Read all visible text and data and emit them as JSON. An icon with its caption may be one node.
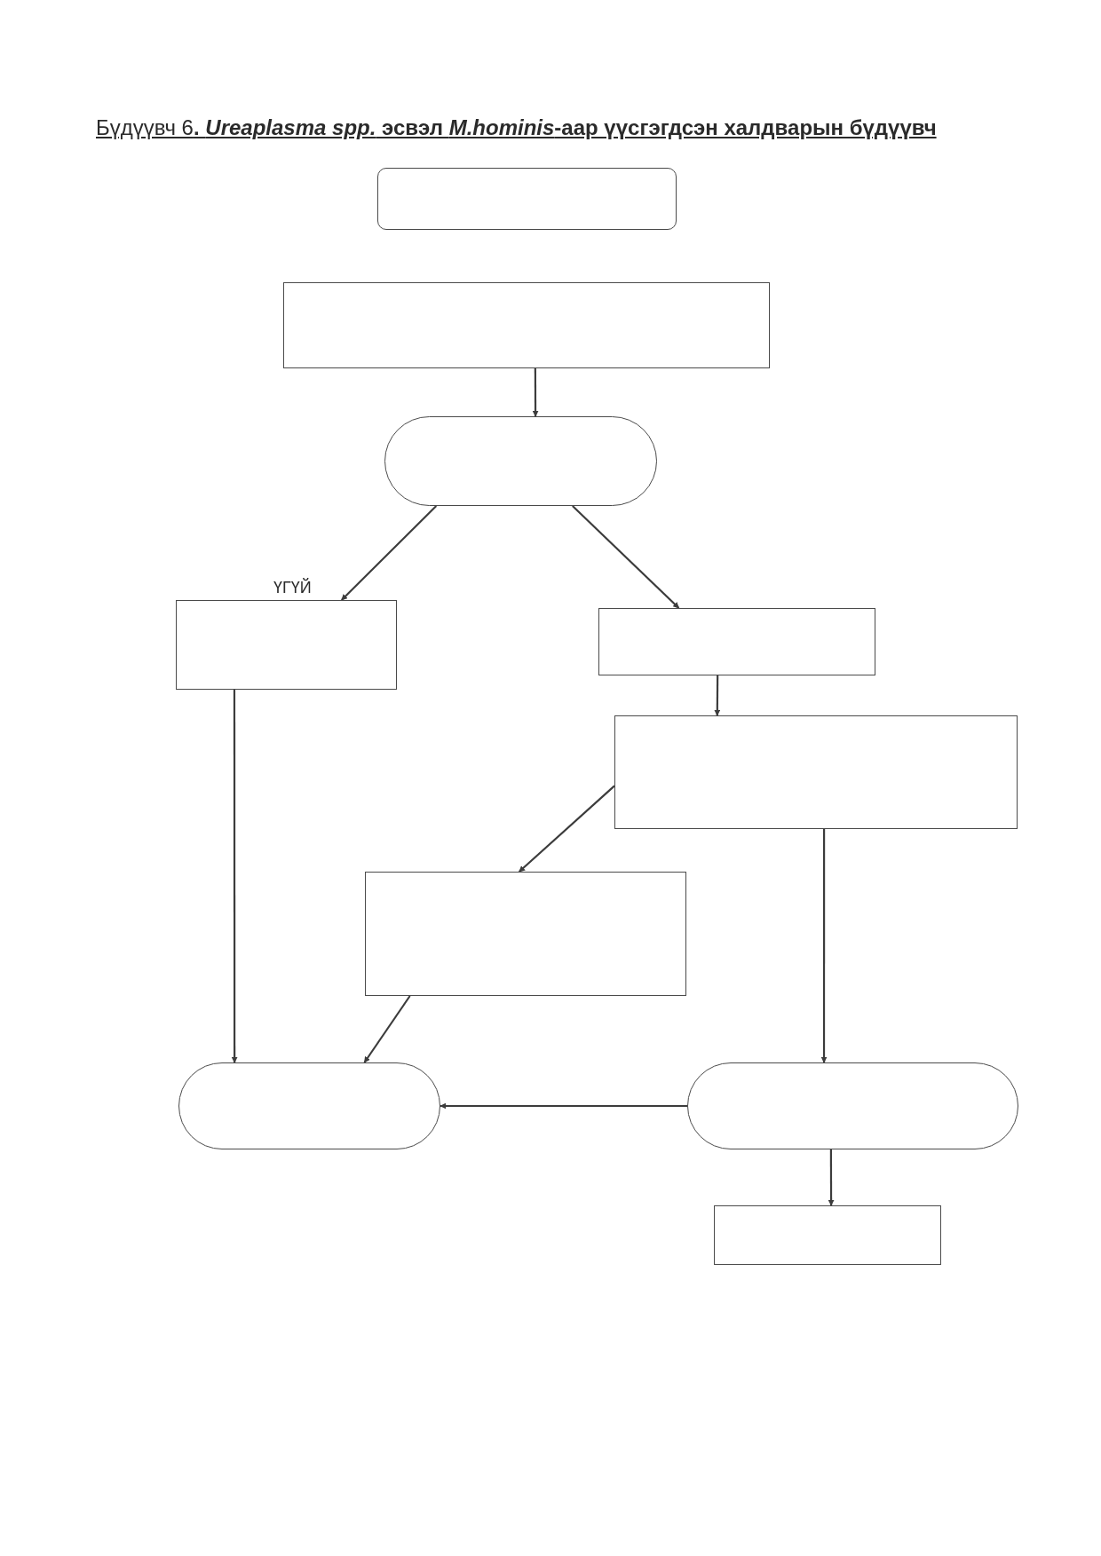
{
  "diagram": {
    "title": "Бүдүүвч 6**. *Ureaplasma spp.* эсвэл *M.hominis*-аар үүсгэгдсэн халдварын бүдүүвч**",
    "nodes": [
      {
        "text": [],
        "shape": "box"
      },
      {
        "text": [],
        "shape": "box"
      },
      {
        "text": [],
        "shape": "pill"
      },
      {
        "text": [],
        "shape": "box"
      },
      {
        "text": [],
        "shape": "box"
      },
      {
        "text": [],
        "shape": "box"
      },
      {
        "text": [],
        "shape": "box"
      },
      {
        "text": [],
        "shape": "pill"
      },
      {
        "text": [],
        "shape": "pill"
      },
      {
        "text": [],
        "shape": "box"
      }
    ],
    "edges": [
      {
        "from": 1,
        "to": 2,
        "arrow": "to"
      },
      {
        "from": 2,
        "to": 3,
        "arrow": "to",
        "label": "ҮГҮЙ"
      },
      {
        "from": 2,
        "to": 4,
        "arrow": "to"
      },
      {
        "from": 4,
        "to": 5,
        "arrow": "to"
      },
      {
        "from": 5,
        "to": 6,
        "arrow": "to"
      },
      {
        "from": 3,
        "to": 7,
        "arrow": "to"
      },
      {
        "from": 5,
        "to": 8,
        "arrow": "to"
      },
      {
        "from": 6,
        "to": 7,
        "arrow": "to"
      },
      {
        "from": 8,
        "to": 7,
        "arrow": "to"
      },
      {
        "from": 8,
        "to": 9,
        "arrow": "to"
      }
    ]
  }
}
